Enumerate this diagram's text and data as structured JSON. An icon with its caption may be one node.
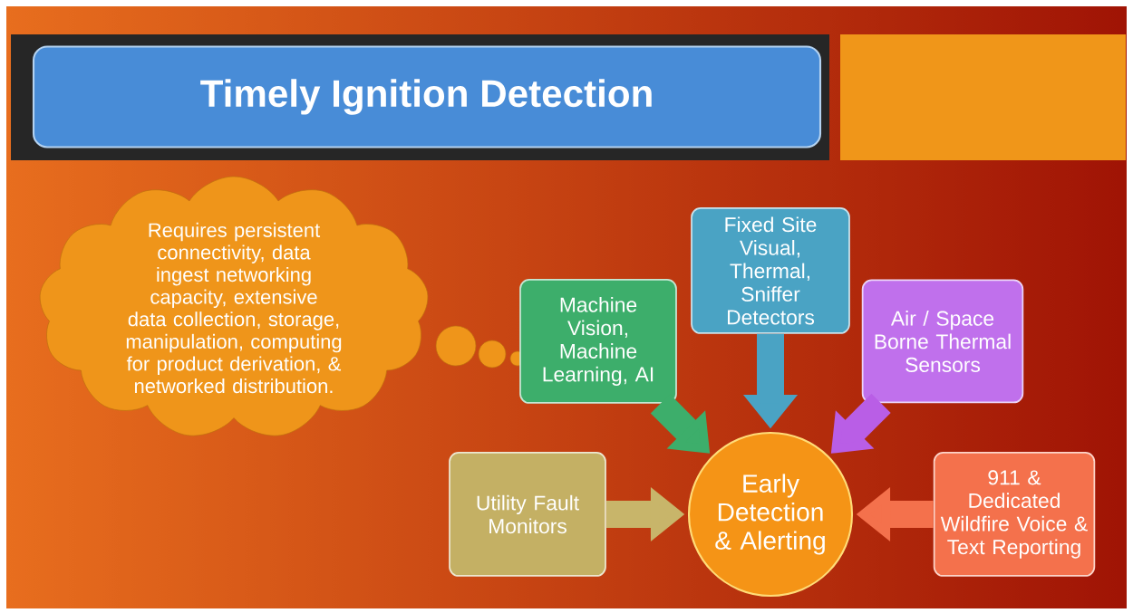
{
  "diagram": {
    "title": "Timely Ignition Detection",
    "nodes": [
      {
        "text": [
          "Requires persistent connectivity, data ingest networking capacity, extensive data collection, storage, manipulation, computing for product derivation, & networked distribution."
        ]
      },
      {
        "text": [
          "Machine Vision, Machine Learning, AI"
        ]
      },
      {
        "text": [
          "Fixed Site Visual, Thermal, Sniffer Detectors"
        ]
      },
      {
        "text": [
          "Air / Space Borne Thermal Sensors"
        ]
      },
      {
        "text": [
          "Utility Fault Monitors"
        ]
      },
      {
        "text": [
          "Early Detection & Alerting"
        ]
      },
      {
        "text": [
          "911 & Dedicated Wildfire Voice & Text Reporting"
        ]
      }
    ],
    "edges": [
      {
        "from": 1,
        "to": 5,
        "arrow": "to",
        "color": "#3dae6b"
      },
      {
        "from": 2,
        "to": 5,
        "arrow": "to",
        "color": "#4aa3c4"
      },
      {
        "from": 3,
        "to": 5,
        "arrow": "to",
        "color": "#b95ee6"
      },
      {
        "from": 4,
        "to": 5,
        "arrow": "to",
        "color": "#c8b56a"
      },
      {
        "from": 6,
        "to": 5,
        "arrow": "to",
        "color": "#f4714c"
      }
    ]
  }
}
